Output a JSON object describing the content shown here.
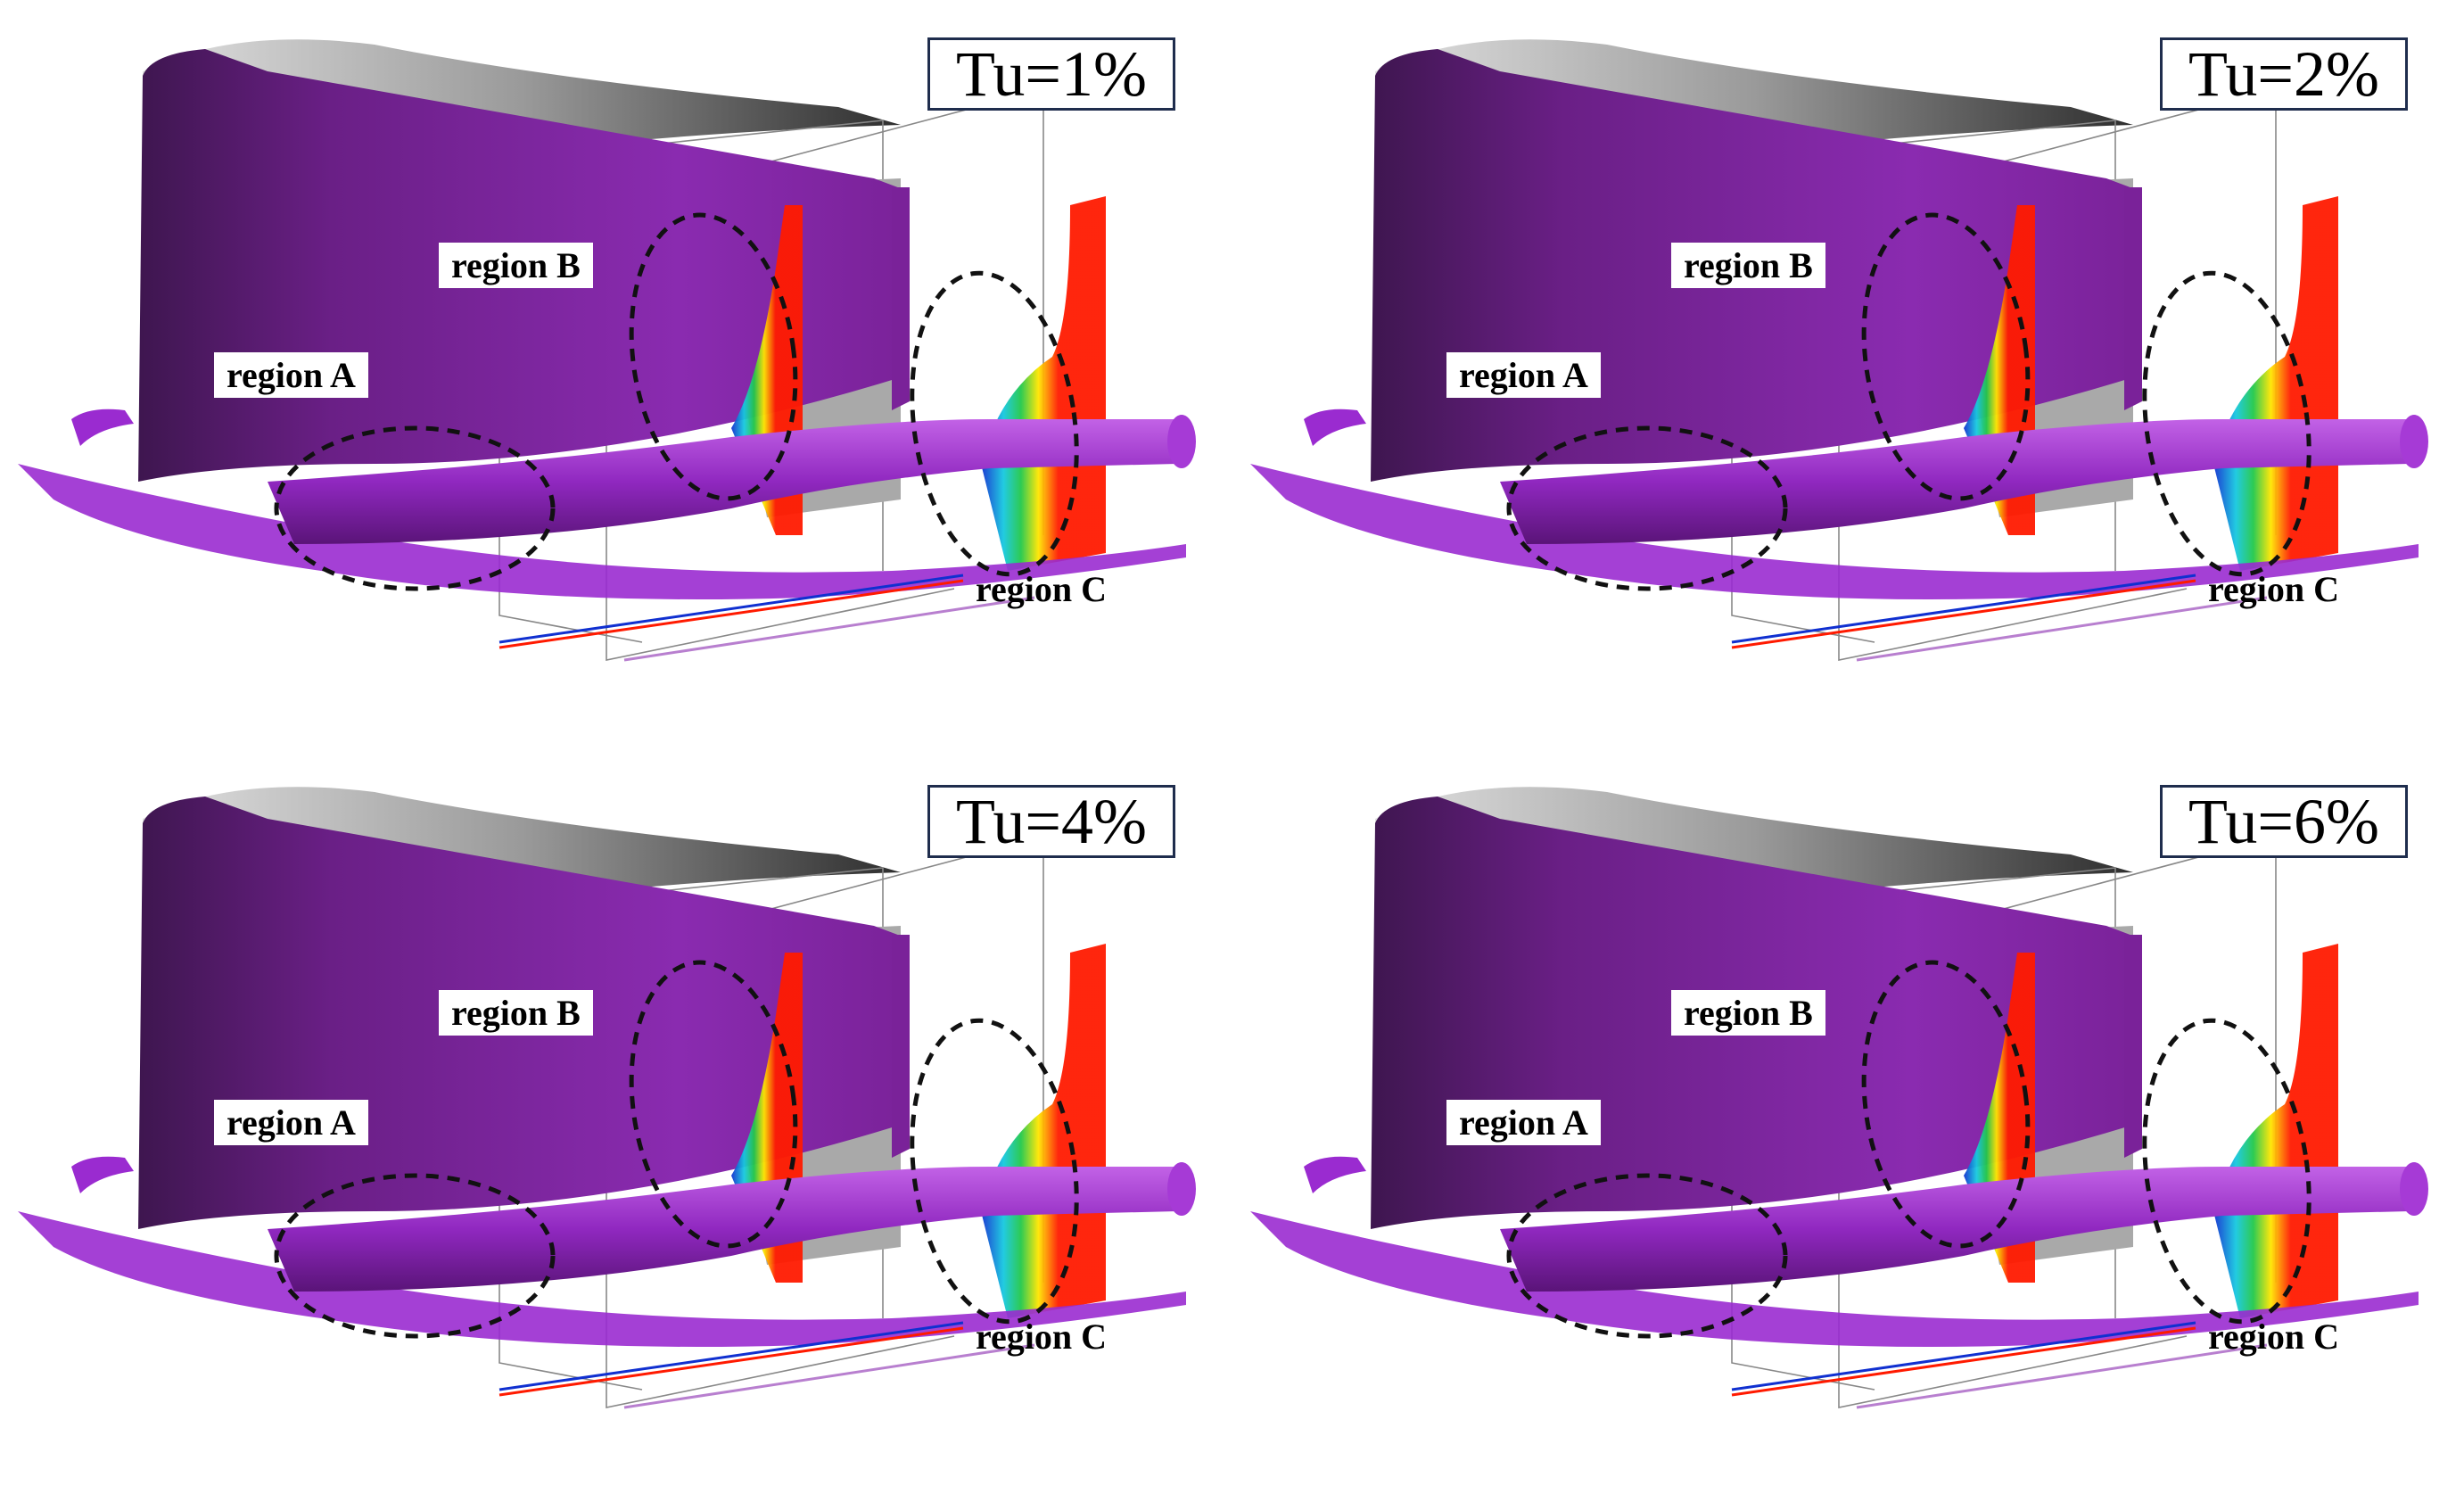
{
  "panels": [
    {
      "tu_label": "Tu=1%",
      "region_a": "region A",
      "region_b": "region B",
      "region_c": "region C"
    },
    {
      "tu_label": "Tu=2%",
      "region_a": "region A",
      "region_b": "region B",
      "region_c": "region C"
    },
    {
      "tu_label": "Tu=4%",
      "region_a": "region A",
      "region_b": "region B",
      "region_c": "region C"
    },
    {
      "tu_label": "Tu=6%",
      "region_a": "region A",
      "region_b": "region B",
      "region_c": "region C"
    }
  ],
  "colors": {
    "isosurface": "#8a1fb0",
    "blade_shade": "#4a1860",
    "contour_red": "#ff1a00",
    "contour_yellow": "#ffe600",
    "contour_green": "#22c84a",
    "contour_cyan": "#16c8e0",
    "contour_blue": "#1030d0",
    "grey_surface": "#a9a9a9",
    "box_border": "#1f2d4d",
    "ellipse": "#111111"
  },
  "icons": [
    "turbine-blade-isosurface",
    "vortex-tube",
    "contour-plane",
    "dashed-ellipse"
  ]
}
